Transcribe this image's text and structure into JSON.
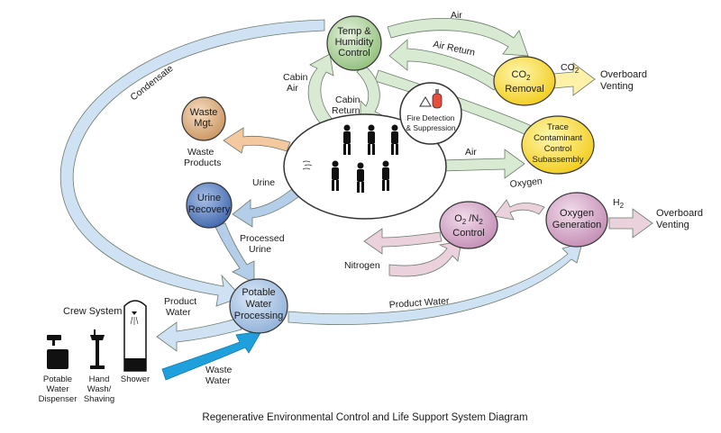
{
  "caption": "Regenerative Environmental Control and Life Support System Diagram",
  "nodes": {
    "temp_humidity": [
      "Temp &",
      "Humidity",
      "Control"
    ],
    "co2_removal": [
      "CO",
      "2",
      "Removal"
    ],
    "trace_contaminant": [
      "Trace",
      "Contaminant",
      "Control",
      "Subassembly"
    ],
    "fire_detection": [
      "Fire Detection",
      "& Suppression"
    ],
    "waste_mgt": [
      "Waste",
      "Mgt."
    ],
    "urine_recovery": [
      "Urine",
      "Recovery"
    ],
    "o2n2_control": [
      "O",
      "2",
      " /N",
      "2",
      "Control"
    ],
    "oxygen_generation": [
      "Oxygen",
      "Generation"
    ],
    "potable_water": [
      "Potable",
      "Water",
      "Processing"
    ]
  },
  "labels": {
    "air_top": "Air",
    "air_return": "Air Return",
    "co2_out": [
      "CO",
      "2"
    ],
    "overboard_venting_1": [
      "Overboard",
      "Venting"
    ],
    "condensate": "Condensate",
    "cabin_air": [
      "Cabin",
      "Air"
    ],
    "cabin_return": [
      "Cabin",
      "Return"
    ],
    "air_mid": "Air",
    "waste_products": [
      "Waste",
      "Products"
    ],
    "urine": "Urine",
    "processed_urine": [
      "Processed",
      "Urine"
    ],
    "oxygen": "Oxygen",
    "h2": [
      "H",
      "2"
    ],
    "overboard_venting_2": [
      "Overboard",
      "Venting"
    ],
    "nitrogen": "Nitrogen",
    "product_water_right": "Product Water",
    "product_water_left": [
      "Product",
      "Water"
    ],
    "waste_water": [
      "Waste",
      "Water"
    ],
    "crew_system": "Crew System",
    "potable_water_dispenser": [
      "Potable",
      "Water",
      "Dispenser"
    ],
    "hand_wash": [
      "Hand",
      "Wash/",
      "Shaving"
    ],
    "shower": "Shower"
  },
  "colors": {
    "green_arrow": "#d9ead3",
    "blue_arrow": "#cfe2f3",
    "pink_arrow": "#ead1dc",
    "yellow_arrow": "#fff2a8",
    "tan_arrow": "#f4c9a0",
    "waste_water_arrow": "#1ea0dc",
    "node_green": "#b6d7a8",
    "node_yellow": "#ffe14d",
    "node_tan": "#e6b98c",
    "node_blue": "#6d8fc7",
    "node_pink": "#dcb4d0",
    "node_lightblue": "#b4cde8"
  }
}
